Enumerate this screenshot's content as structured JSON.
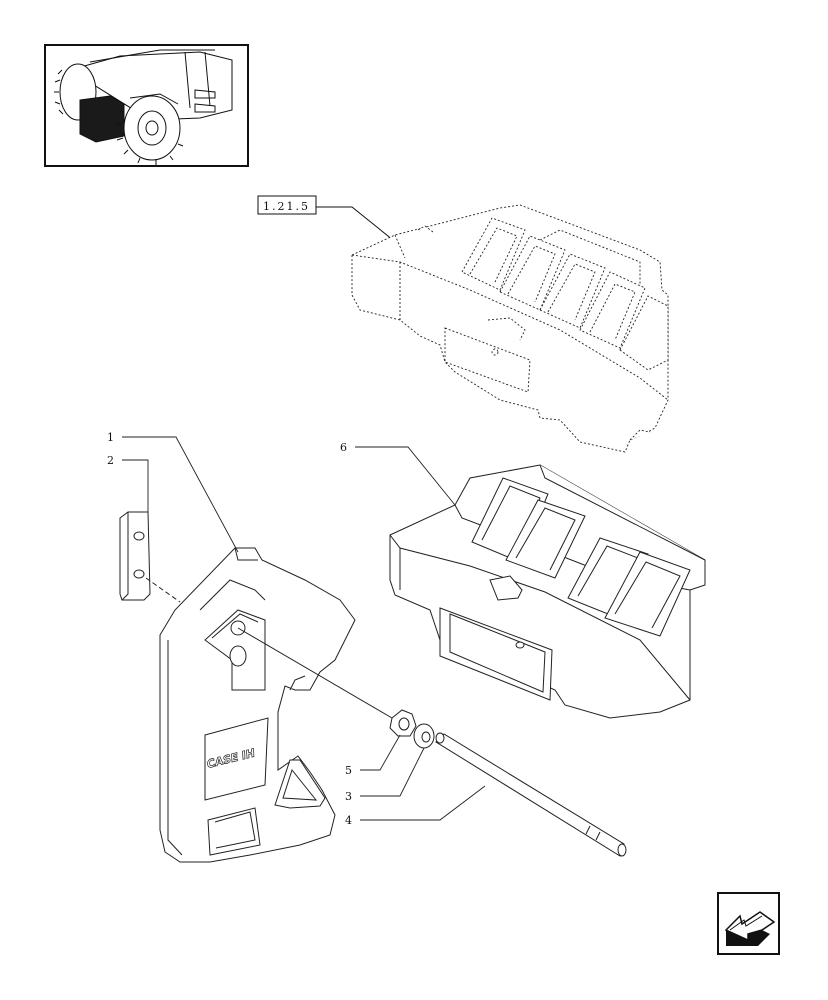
{
  "reference_box": {
    "label": "1.21.5"
  },
  "callouts": [
    {
      "id": "1",
      "label": "1"
    },
    {
      "id": "2",
      "label": "2"
    },
    {
      "id": "3",
      "label": "3"
    },
    {
      "id": "4",
      "label": "4"
    },
    {
      "id": "5",
      "label": "5"
    },
    {
      "id": "6",
      "label": "6"
    }
  ],
  "weight_logo": {
    "text": "CASE IH"
  },
  "colors": {
    "line": "#111111",
    "thumbnail_fill": "#1a1a1a",
    "background": "#ffffff"
  },
  "icons": {
    "navigation": "back-arrow-icon"
  }
}
